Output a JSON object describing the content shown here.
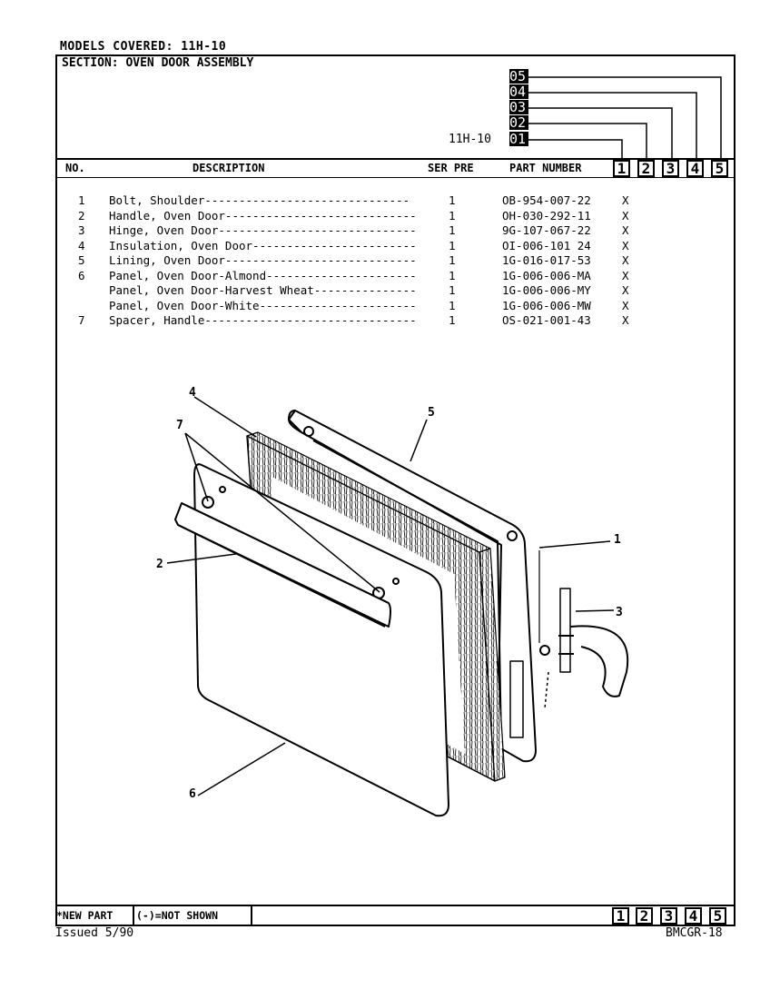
{
  "header": {
    "models_covered": "MODELS COVERED: 11H-10",
    "section": "SECTION: OVEN DOOR ASSEMBLY",
    "model_label": "11H-10",
    "version_codes": [
      "05",
      "04",
      "03",
      "02",
      "01"
    ]
  },
  "columns": {
    "no": "NO.",
    "description": "DESCRIPTION",
    "ser_pre": "SER PRE",
    "part_number": "PART NUMBER",
    "boxes": [
      "1",
      "2",
      "3",
      "4",
      "5"
    ]
  },
  "parts": [
    {
      "no": "1",
      "description": "Bolt, Shoulder------------------------------",
      "qty": "1",
      "part": "OB-954-007-22",
      "mark": "X"
    },
    {
      "no": "2",
      "description": "Handle, Oven Door----------------------------",
      "qty": "1",
      "part": "OH-030-292-11",
      "mark": "X"
    },
    {
      "no": "3",
      "description": "Hinge, Oven Door-----------------------------",
      "qty": "1",
      "part": "9G-107-067-22",
      "mark": "X"
    },
    {
      "no": "4",
      "description": "Insulation, Oven Door------------------------",
      "qty": "1",
      "part": "OI-006-101 24",
      "mark": "X"
    },
    {
      "no": "5",
      "description": "Lining, Oven Door----------------------------",
      "qty": "1",
      "part": "1G-016-017-53",
      "mark": "X"
    },
    {
      "no": "6",
      "description": "Panel, Oven Door-Almond----------------------",
      "qty": "1",
      "part": "1G-006-006-MA",
      "mark": "X"
    },
    {
      "no": "",
      "description": "Panel, Oven Door-Harvest Wheat---------------",
      "qty": "1",
      "part": "1G-006-006-MY",
      "mark": "X"
    },
    {
      "no": "",
      "description": "Panel, Oven Door-White-----------------------",
      "qty": "1",
      "part": "1G-006-006-MW",
      "mark": "X"
    },
    {
      "no": "7",
      "description": "Spacer, Handle-------------------------------",
      "qty": "1",
      "part": "OS-021-001-43",
      "mark": "X"
    }
  ],
  "diagram_callouts": [
    "1",
    "2",
    "3",
    "4",
    "5",
    "6",
    "7"
  ],
  "footer": {
    "new_part": "*NEW PART",
    "not_shown": "(-)=NOT SHOWN",
    "boxes": [
      "1",
      "2",
      "3",
      "4",
      "5"
    ],
    "issued": "Issued 5/90",
    "page_id": "BMCGR-18"
  }
}
